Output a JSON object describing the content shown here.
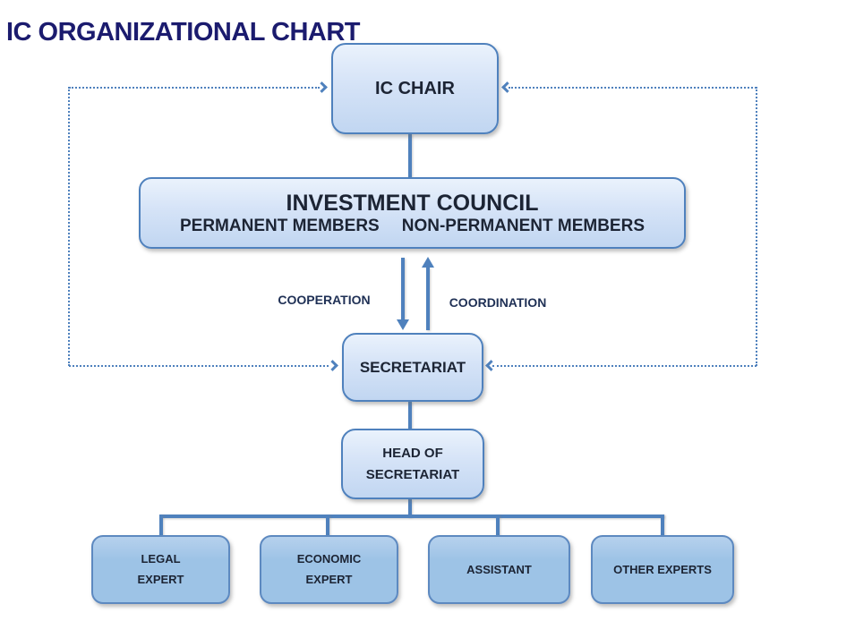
{
  "page": {
    "title": "IC ORGANIZATIONAL CHART"
  },
  "colors": {
    "accent_line": "#4f81bd",
    "title_text": "#1b1b6e",
    "node_text": "#1c2434",
    "node_fill_gradient_top": "#eaf2fc",
    "node_fill_gradient_bottom": "#c1d6f1",
    "node_fill_flat": "#9dc3e6",
    "background": "#ffffff"
  },
  "nodes": {
    "ic_chair": {
      "label": "IC CHAIR"
    },
    "investment_council": {
      "title": "INVESTMENT COUNCIL",
      "left_group": "PERMANENT MEMBERS",
      "right_group": "NON-PERMANENT MEMBERS"
    },
    "secretariat": {
      "label": "SECRETARIAT"
    },
    "head_of_secretariat": {
      "line1": "HEAD OF",
      "line2": "SECRETARIAT"
    },
    "legal_expert": {
      "line1": "LEGAL",
      "line2": "EXPERT"
    },
    "economic_expert": {
      "line1": "ECONOMIC",
      "line2": "EXPERT"
    },
    "assistant": {
      "label": "ASSISTANT"
    },
    "other_experts": {
      "label": "OTHER EXPERTS"
    }
  },
  "edges": {
    "cooperation": "COOPERATION",
    "coordination": "COORDINATION"
  }
}
